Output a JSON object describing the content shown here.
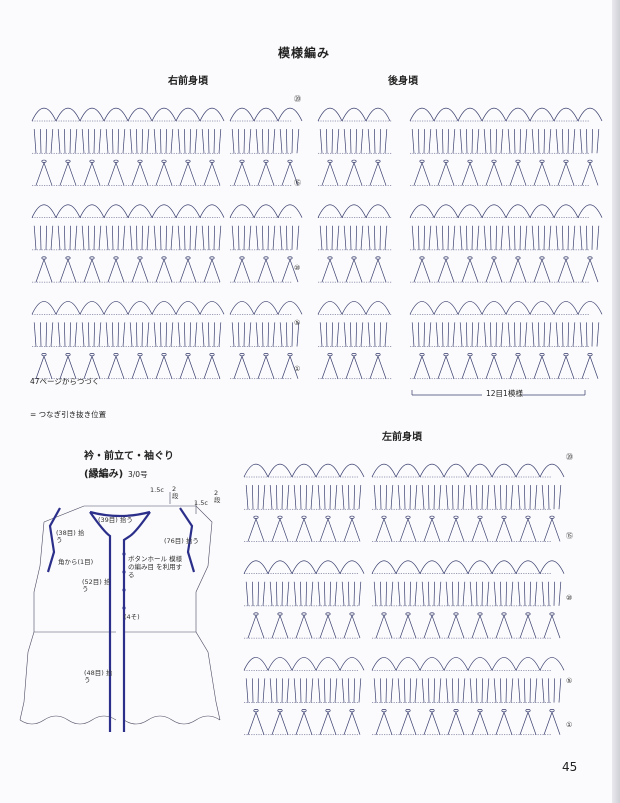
{
  "page": {
    "title": "模様編み",
    "page_number": "45"
  },
  "charts": {
    "right_front": {
      "label": "右前身頃"
    },
    "back": {
      "label": "後身頃"
    },
    "left_front": {
      "label": "左前身頃"
    }
  },
  "notes": {
    "continued": "47ページからつづく",
    "join_marker": "= つなぎ引き抜き位置",
    "repeat": "12目1模様"
  },
  "row_markers_back": [
    "⑳",
    "⑮",
    "⑩",
    "⑤",
    "①"
  ],
  "row_markers_left": [
    "⑳",
    "⑮",
    "⑩",
    "⑤",
    "①"
  ],
  "border": {
    "title": "衿・前立て・袖ぐり",
    "subtitle": "(縁編み)",
    "hook": "3/0号",
    "labels": {
      "shoulder_width": "1.5c",
      "shoulder_rows": "2段",
      "neck_back": "(39目) 拾う",
      "neck_side": "(38目) 拾う",
      "armhole": "(76目) 拾う",
      "corner": "角から(1目)",
      "buttonhole": "ボタンホール 模様の編み目 を利用する",
      "front_upper": "(52目) 拾う",
      "four": "(4そ)",
      "front_lower": "(48目) 拾う"
    }
  }
}
